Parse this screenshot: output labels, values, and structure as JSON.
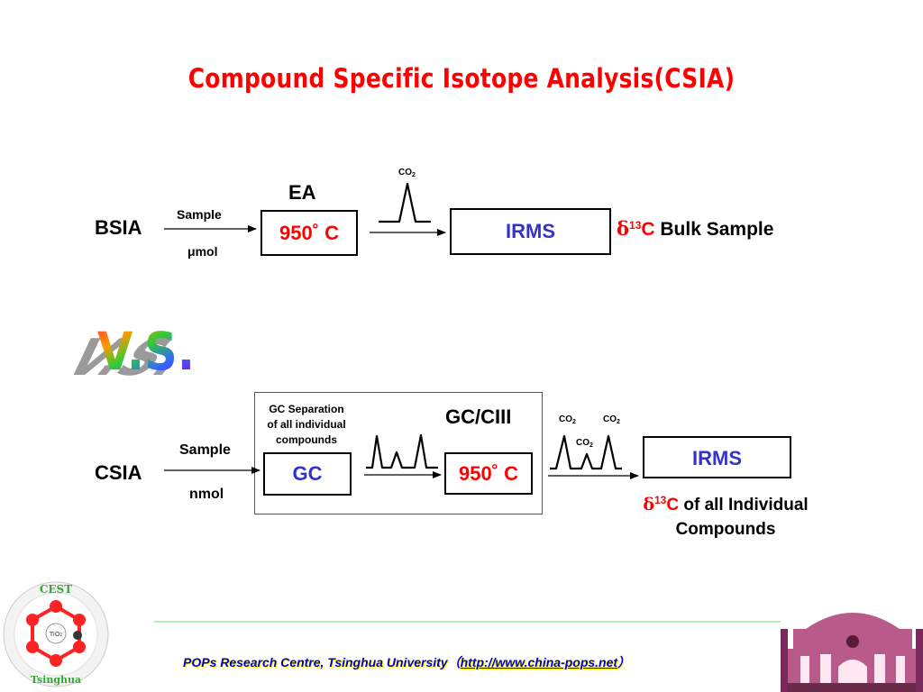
{
  "title": "Compound Specific Isotope Analysis(CSIA)",
  "bsia": {
    "label": "BSIA",
    "arrow_top": "Sample",
    "arrow_bottom": "μmol",
    "ea_label": "EA",
    "furnace": "950˚ C",
    "peak_label": "CO",
    "peak_sub": "2",
    "irms": "IRMS",
    "delta": "δ",
    "isotope_mass": "13",
    "isotope_symbol": "C",
    "result": "Bulk Sample"
  },
  "vs_label": "V.S.",
  "csia": {
    "label": "CSIA",
    "arrow_top": "Sample",
    "arrow_bottom": "nmol",
    "gc_note_1": "GC Separation",
    "gc_note_2": "of all individual",
    "gc_note_3": "compounds",
    "gc": "GC",
    "gcciii": "GC/CIII",
    "furnace": "950˚ C",
    "peak_label": "CO",
    "peak_sub": "2",
    "irms": "IRMS",
    "delta": "δ",
    "isotope_mass": "13",
    "isotope_symbol": "C",
    "result_line1": "of all Individual",
    "result_line2": "Compounds"
  },
  "footer": {
    "org": "POPs Research Centre, Tsinghua University",
    "paren_open": "（",
    "url": "http://www.china-pops.net",
    "paren_close": "）"
  },
  "logo": {
    "top_text": "CEST",
    "center_text": "TiO₂",
    "bottom_text": "Tsinghua"
  },
  "colors": {
    "title": "#ff0000",
    "irms_text": "#3333cc",
    "furnace_text": "#ff0000",
    "footer_text": "#0000cc",
    "footer_shadow": "#ffff00",
    "footer_rule": "#99ee99"
  }
}
